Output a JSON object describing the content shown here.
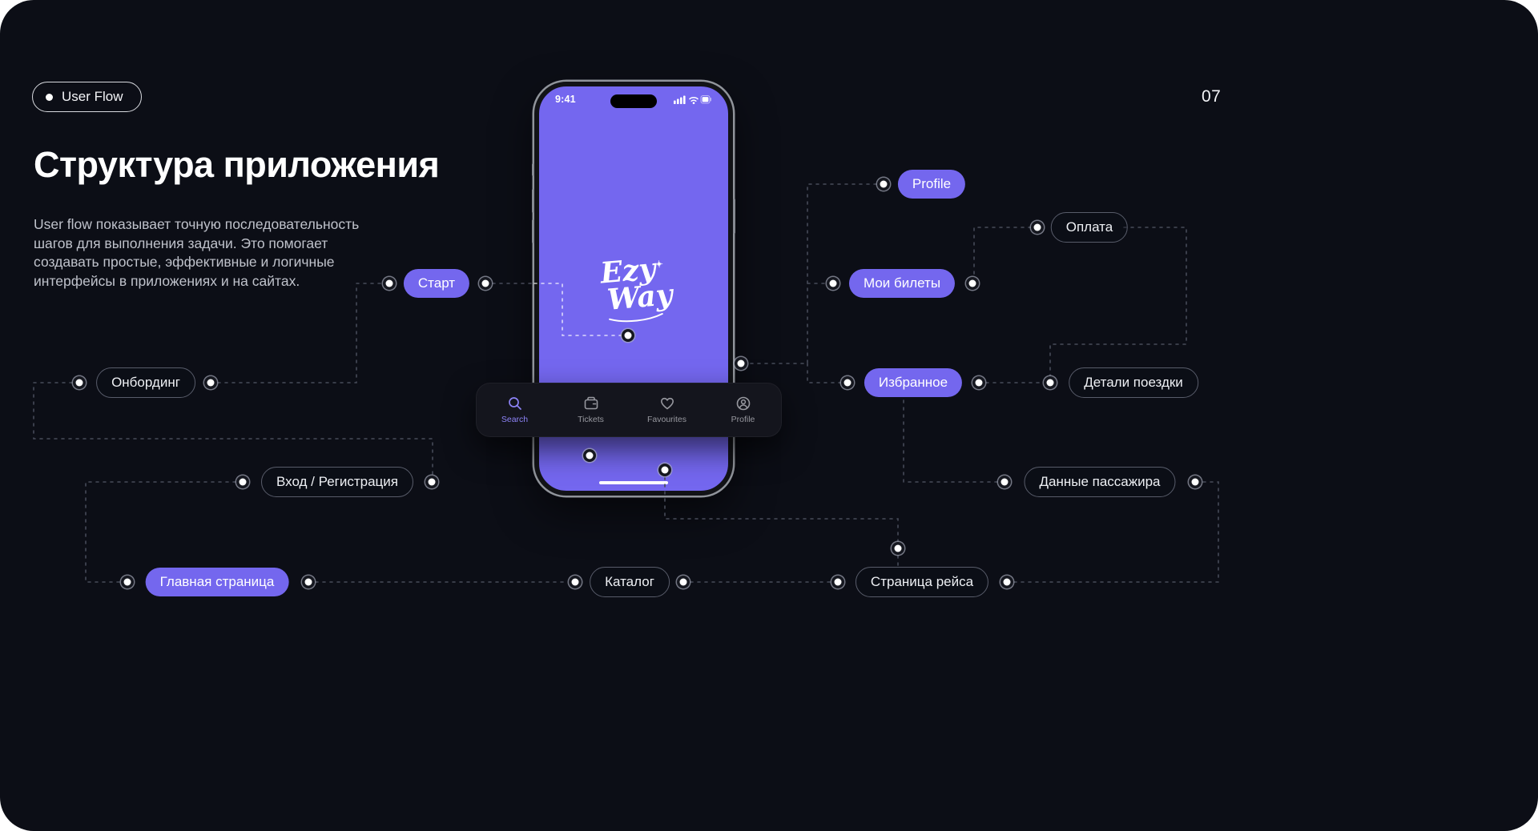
{
  "slide": {
    "badge_label": "User Flow",
    "page_number": "07",
    "title": "Структура приложения",
    "description": "User flow показывает точную последовательность шагов для выполнения задачи. Это помогает создавать простые, эффективные и логичные интерфейсы в приложениях и на сайтах."
  },
  "phone": {
    "status_time": "9:41",
    "logo_line1": "Ezy",
    "logo_line2": "Way",
    "tabbar": [
      {
        "label": "Search"
      },
      {
        "label": "Tickets"
      },
      {
        "label": "Favourites"
      },
      {
        "label": "Profile"
      }
    ]
  },
  "flow": {
    "nodes": [
      {
        "label": "Старт",
        "style": "filled"
      },
      {
        "label": "Profile",
        "style": "filled"
      },
      {
        "label": "Оплата",
        "style": "outline"
      },
      {
        "label": "Мои билеты",
        "style": "filled"
      },
      {
        "label": "Избранное",
        "style": "filled"
      },
      {
        "label": "Детали поездки",
        "style": "outline"
      },
      {
        "label": "Онбординг",
        "style": "outline"
      },
      {
        "label": "Вход / Регистрация",
        "style": "outline"
      },
      {
        "label": "Данные пассажира",
        "style": "outline"
      },
      {
        "label": "Главная страница",
        "style": "filled"
      },
      {
        "label": "Каталог",
        "style": "outline"
      },
      {
        "label": "Страница рейса",
        "style": "outline"
      }
    ]
  },
  "colors": {
    "accent": "#7467ee",
    "background": "#0c0e16",
    "line": "#474b59"
  }
}
